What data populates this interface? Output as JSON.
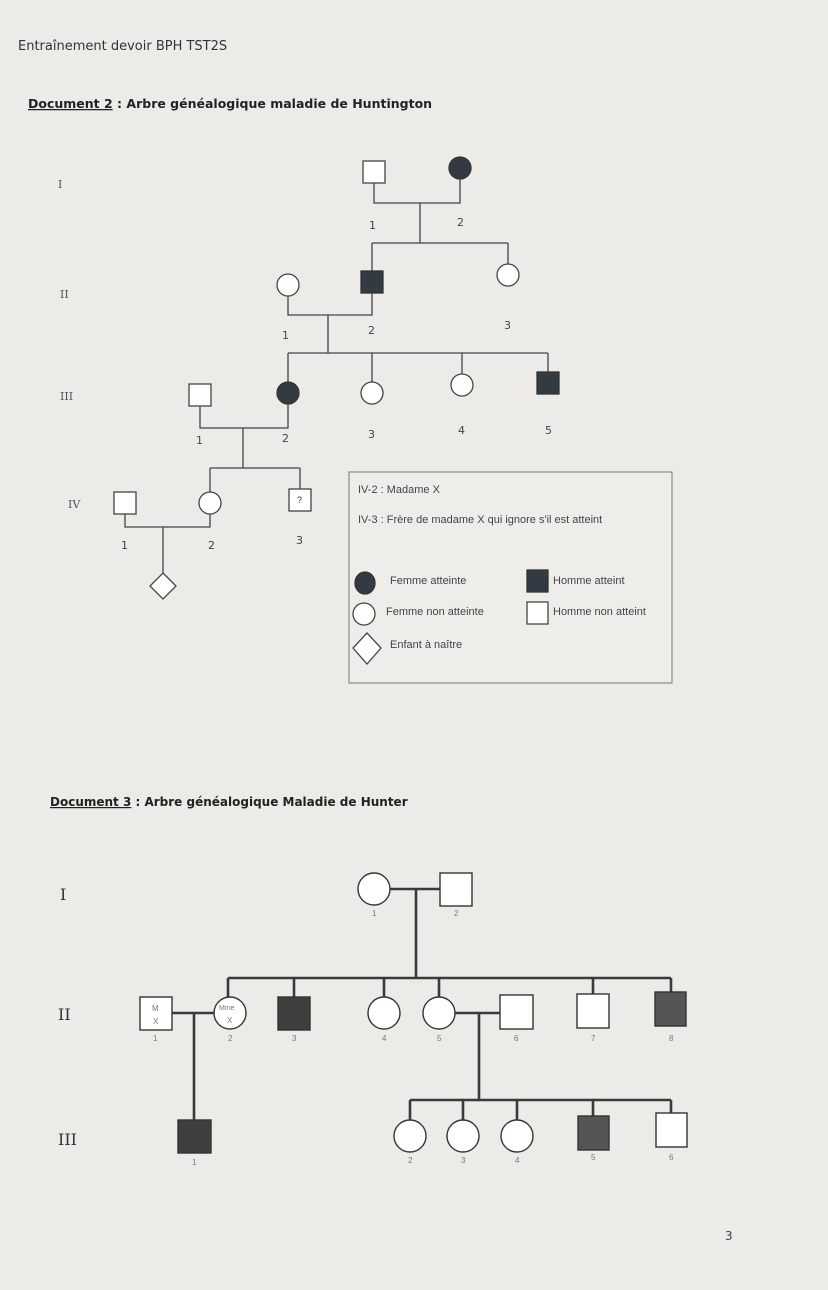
{
  "header": {
    "text": "Entraînement devoir  BPH   TST2S"
  },
  "doc2": {
    "title_prefix": "Document 2",
    "title_rest": " : Arbre généalogique maladie de Huntington",
    "generations": [
      "I",
      "II",
      "III",
      "IV"
    ],
    "gen1": [
      "1",
      "2"
    ],
    "gen2": [
      "1",
      "2",
      "3"
    ],
    "gen3": [
      "1",
      "2",
      "3",
      "4",
      "5"
    ],
    "gen4": [
      "1",
      "2",
      "3"
    ],
    "unknown_mark": "?",
    "note1": "IV-2 : Madame X",
    "note2": "IV-3 : Frère de madame X qui ignore s'il est atteint",
    "legend": {
      "femme_atteinte": "Femme atteinte",
      "homme_atteint": "Homme atteint",
      "femme_non_atteinte": "Femme non atteinte",
      "homme_non_atteint": "Homme non atteint",
      "enfant_a_naitre": "Enfant à naître"
    }
  },
  "doc3": {
    "title_prefix": "Document 3",
    "title_rest": " : Arbre généalogique Maladie de Hunter",
    "generations": [
      "I",
      "II",
      "III"
    ],
    "gen1": [
      "1",
      "2"
    ],
    "gen2": [
      "1",
      "2",
      "3",
      "4",
      "5",
      "6",
      "7",
      "8"
    ],
    "gen3": [
      "1",
      "2",
      "3",
      "4",
      "5",
      "6"
    ],
    "mx": [
      "M",
      "X"
    ],
    "mmex": [
      "Mme",
      "X"
    ]
  },
  "page_number": "3"
}
